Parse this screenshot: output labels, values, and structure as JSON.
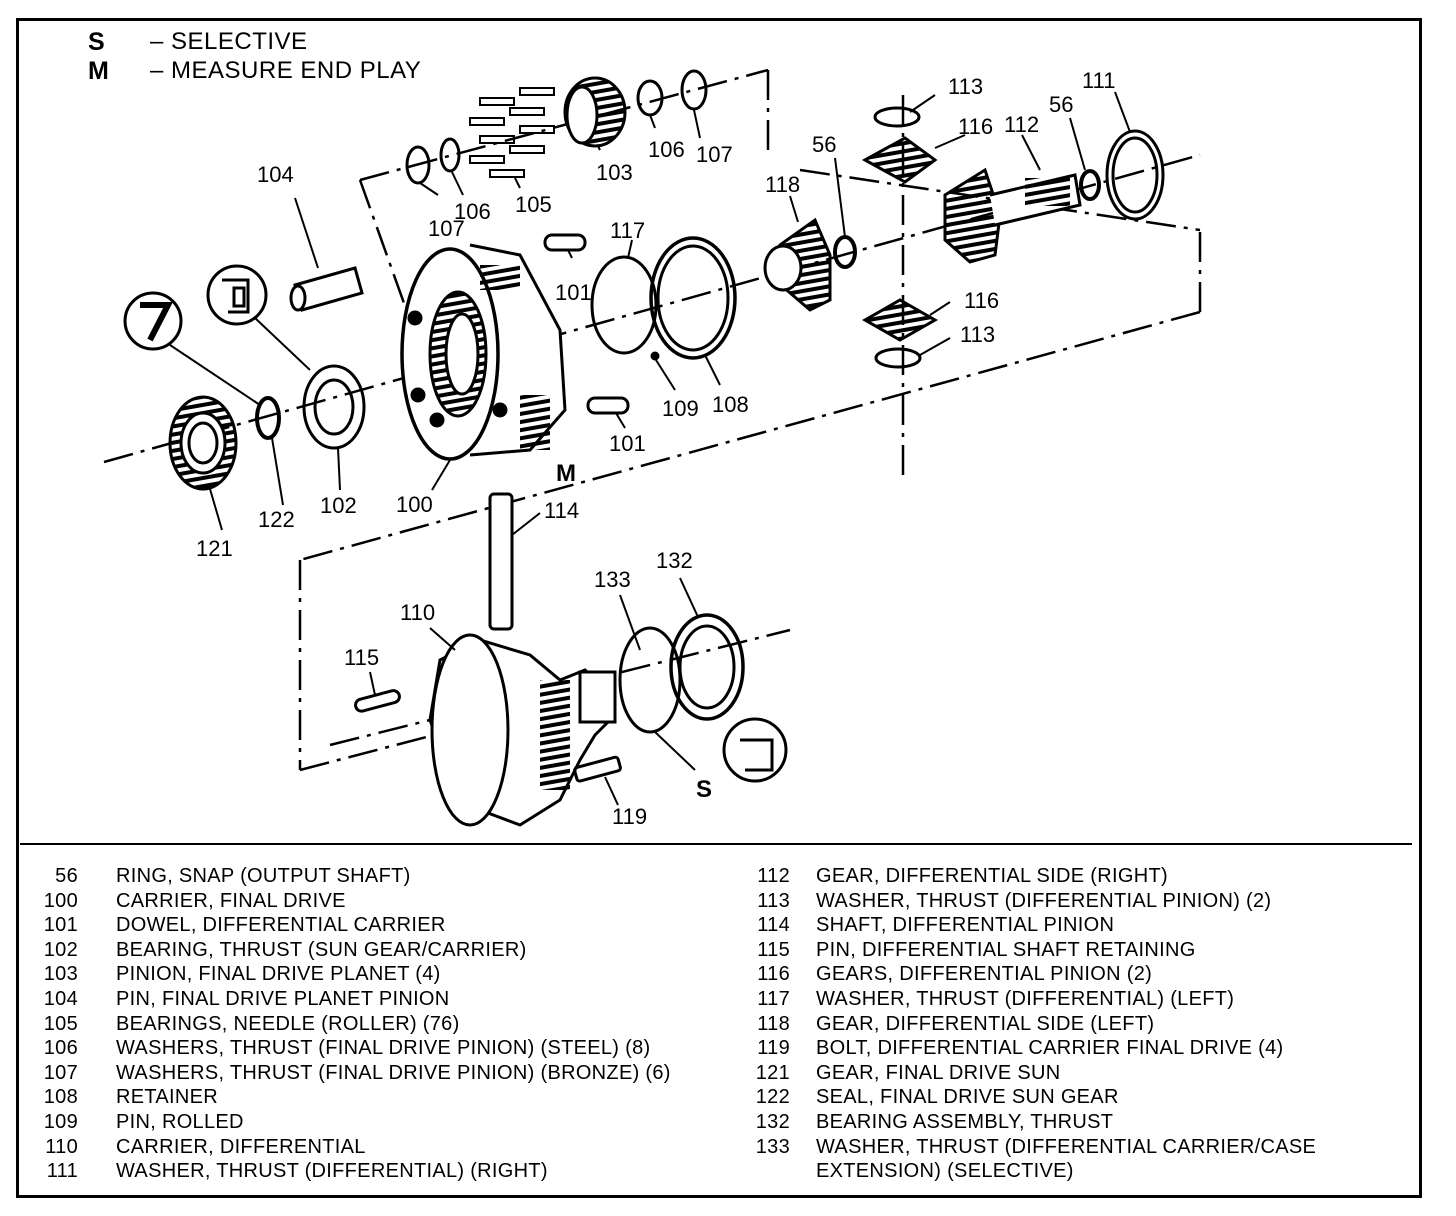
{
  "key": {
    "s": {
      "letter": "S",
      "text": "– SELECTIVE"
    },
    "m": {
      "letter": "M",
      "text": "– MEASURE END PLAY"
    }
  },
  "callouts": {
    "n113a": "113",
    "n111": "111",
    "n56a": "56",
    "n116a": "116",
    "n112": "112",
    "n56b": "56",
    "n118": "118",
    "n103": "103",
    "n106a": "106",
    "n107a": "107",
    "n104": "104",
    "n107b": "107",
    "n106b": "106",
    "n105": "105",
    "n117": "117",
    "n101a": "101",
    "n116b": "116",
    "n113b": "113",
    "n109": "109",
    "n108": "108",
    "n101b": "101",
    "n100": "100",
    "n102": "102",
    "n122": "122",
    "n121": "121",
    "m_mark": "M",
    "n114": "114",
    "n133": "133",
    "n132": "132",
    "n110": "110",
    "n115": "115",
    "s_mark": "S",
    "n119": "119"
  },
  "legend_left": [
    {
      "num": "56",
      "desc": "RING, SNAP (OUTPUT SHAFT)"
    },
    {
      "num": "100",
      "desc": "CARRIER, FINAL DRIVE"
    },
    {
      "num": "101",
      "desc": "DOWEL, DIFFERENTIAL CARRIER"
    },
    {
      "num": "102",
      "desc": "BEARING, THRUST (SUN GEAR/CARRIER)"
    },
    {
      "num": "103",
      "desc": "PINION, FINAL DRIVE PLANET (4)"
    },
    {
      "num": "104",
      "desc": "PIN, FINAL DRIVE PLANET PINION"
    },
    {
      "num": "105",
      "desc": "BEARINGS, NEEDLE (ROLLER) (76)"
    },
    {
      "num": "106",
      "desc": "WASHERS, THRUST (FINAL DRIVE PINION) (STEEL) (8)"
    },
    {
      "num": "107",
      "desc": "WASHERS, THRUST (FINAL DRIVE PINION) (BRONZE) (6)"
    },
    {
      "num": "108",
      "desc": "RETAINER"
    },
    {
      "num": "109",
      "desc": "PIN, ROLLED"
    },
    {
      "num": "110",
      "desc": "CARRIER, DIFFERENTIAL"
    },
    {
      "num": "111",
      "desc": "WASHER, THRUST (DIFFERENTIAL) (RIGHT)"
    }
  ],
  "legend_right": [
    {
      "num": "112",
      "desc": "GEAR, DIFFERENTIAL SIDE (RIGHT)"
    },
    {
      "num": "113",
      "desc": "WASHER, THRUST (DIFFERENTIAL PINION) (2)"
    },
    {
      "num": "114",
      "desc": "SHAFT, DIFFERENTIAL PINION"
    },
    {
      "num": "115",
      "desc": "PIN, DIFFERENTIAL SHAFT RETAINING"
    },
    {
      "num": "116",
      "desc": "GEARS, DIFFERENTIAL PINION (2)"
    },
    {
      "num": "117",
      "desc": "WASHER, THRUST (DIFFERENTIAL) (LEFT)"
    },
    {
      "num": "118",
      "desc": "GEAR, DIFFERENTIAL SIDE (LEFT)"
    },
    {
      "num": "119",
      "desc": "BOLT, DIFFERENTIAL CARRIER FINAL DRIVE (4)"
    },
    {
      "num": "121",
      "desc": "GEAR, FINAL DRIVE SUN"
    },
    {
      "num": "122",
      "desc": "SEAL, FINAL DRIVE SUN GEAR"
    },
    {
      "num": "132",
      "desc": "BEARING ASSEMBLY, THRUST"
    },
    {
      "num": "133",
      "desc": "WASHER, THRUST (DIFFERENTIAL CARRIER/CASE",
      "cont": "EXTENSION) (SELECTIVE)"
    }
  ]
}
